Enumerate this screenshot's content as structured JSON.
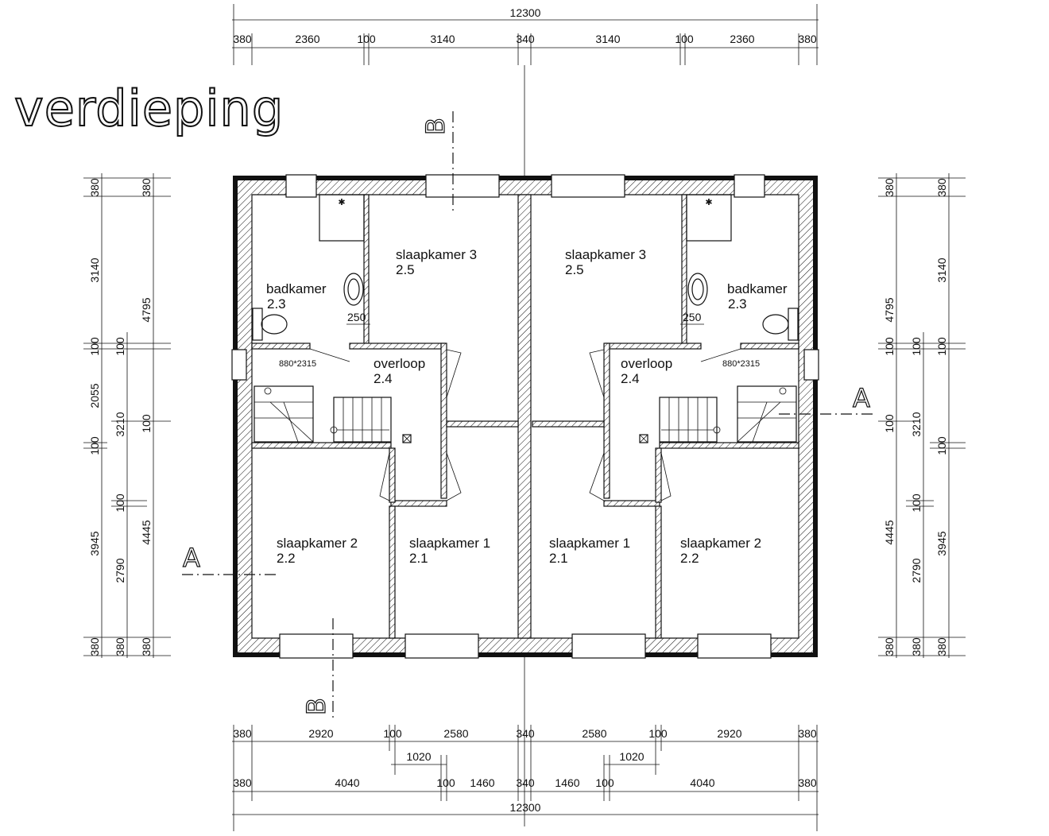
{
  "title": "verdieping",
  "top_dims": {
    "total": "12300",
    "segments": [
      "380",
      "2360",
      "100",
      "3140",
      "340",
      "3140",
      "100",
      "2360",
      "380"
    ]
  },
  "bottom_dims": {
    "row1": [
      "380",
      "2920",
      "100",
      "2580",
      "340",
      "2580",
      "100",
      "2920",
      "380"
    ],
    "opening_left": "1020",
    "opening_right": "1020",
    "row2": [
      "380",
      "4040",
      "100",
      "1460",
      "340",
      "1460",
      "100",
      "4040",
      "380"
    ],
    "total": "12300"
  },
  "left_dims": {
    "col1": [
      "380",
      "3140",
      "100",
      "2055",
      "100",
      "3945",
      "380"
    ],
    "col2": [
      "100",
      "3210",
      "100",
      "2790",
      "380"
    ],
    "col3": [
      "380",
      "4795",
      "100",
      "4445",
      "380"
    ]
  },
  "right_dims": {
    "col1": [
      "380",
      "4795",
      "100",
      "100",
      "4445",
      "380"
    ],
    "col2": [
      "100",
      "3210",
      "100",
      "2790",
      "380"
    ],
    "col3": [
      "380",
      "3140",
      "100",
      "100",
      "3945",
      "380"
    ]
  },
  "section_marks": {
    "a": "A",
    "b": "B"
  },
  "rooms": {
    "bath_left": {
      "name": "badkamer",
      "num": "2.3"
    },
    "bath_right": {
      "name": "badkamer",
      "num": "2.3"
    },
    "sk3_left": {
      "name": "slaapkamer  3",
      "num": "2.5"
    },
    "sk3_right": {
      "name": "slaapkamer  3",
      "num": "2.5"
    },
    "overloop_left": {
      "name": "overloop",
      "num": "2.4"
    },
    "overloop_right": {
      "name": "overloop",
      "num": "2.4"
    },
    "sk2_left": {
      "name": "slaapkamer  2",
      "num": "2.2"
    },
    "sk2_right": {
      "name": "slaapkamer  2",
      "num": "2.2"
    },
    "sk1_left": {
      "name": "slaapkamer  1",
      "num": "2.1"
    },
    "sk1_right": {
      "name": "slaapkamer  1",
      "num": "2.1"
    }
  },
  "notes": {
    "hatch_left": "880*2315",
    "hatch_right": "880*2315",
    "dim250_left": "250",
    "dim250_right": "250"
  }
}
